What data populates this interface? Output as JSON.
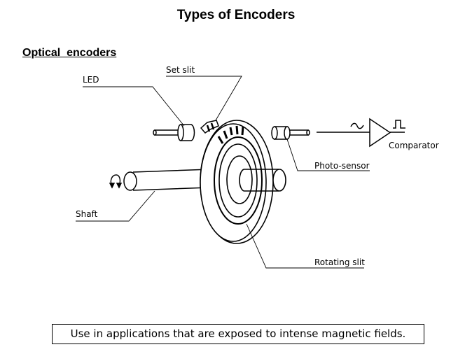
{
  "page": {
    "title": "Types of Encoders",
    "subtitle": "Optical  encoders",
    "footer": "Use in applications that are exposed to intense magnetic fields."
  },
  "diagram": {
    "labels": {
      "led": "LED",
      "set_slit": "Set slit",
      "comparator": "Comparator",
      "photo_sensor": "Photo-sensor",
      "shaft": "Shaft",
      "rotating_slit": "Rotating slit"
    }
  }
}
